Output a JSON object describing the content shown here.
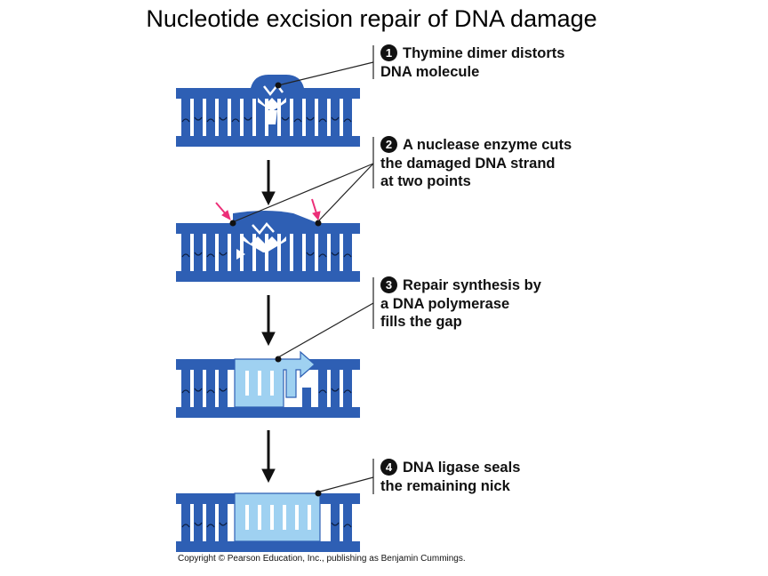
{
  "title": "Nucleotide excision repair of DNA damage",
  "colors": {
    "dna_blue": "#2e5fb4",
    "repair_light_blue": "#9fd1f1",
    "nuclease_arrow": "#ec2f78",
    "pointer_line": "#222222"
  },
  "steps": [
    {
      "number": "1",
      "lines": [
        "Thymine dimer distorts",
        "DNA molecule"
      ]
    },
    {
      "number": "2",
      "lines": [
        "A nuclease enzyme cuts",
        "the damaged DNA strand",
        "at two points"
      ]
    },
    {
      "number": "3",
      "lines": [
        "Repair synthesis by",
        "a DNA polymerase",
        "fills the gap"
      ]
    },
    {
      "number": "4",
      "lines": [
        "DNA ligase seals",
        "the remaining nick"
      ]
    }
  ],
  "copyright": "Copyright © Pearson Education, Inc., publishing as Benjamin Cummings."
}
